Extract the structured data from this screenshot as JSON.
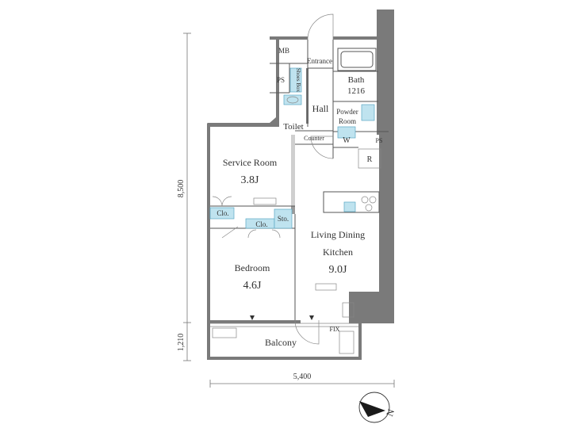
{
  "dimensions": {
    "height_main": "8,500",
    "height_balcony": "1,210",
    "width": "5,400"
  },
  "rooms": {
    "mb": "MB",
    "entrance": "Entrance",
    "ps_upper": "PS",
    "shoes_box": "Shoes Box",
    "bath": "Bath",
    "bath_size": "1216",
    "hall": "Hall",
    "powder_room_1": "Powder",
    "powder_room_2": "Room",
    "toilet": "Toilet",
    "counter": "Counter",
    "w": "W",
    "ps_lower": "PS",
    "r": "R",
    "service_room": "Service Room",
    "service_room_size": "3.8J",
    "clo_1": "Clo.",
    "clo_2": "Clo.",
    "sto": "Sto.",
    "living_1": "Living Dining",
    "living_2": "Kitchen",
    "living_size": "9.0J",
    "bedroom": "Bedroom",
    "bedroom_size": "4.6J",
    "fix": "FIX",
    "balcony": "Balcony"
  },
  "compass": {
    "label": "N"
  },
  "colors": {
    "wall": "#7a7a7a",
    "fixture_blue": "#bfe3ef",
    "line": "#555555"
  }
}
